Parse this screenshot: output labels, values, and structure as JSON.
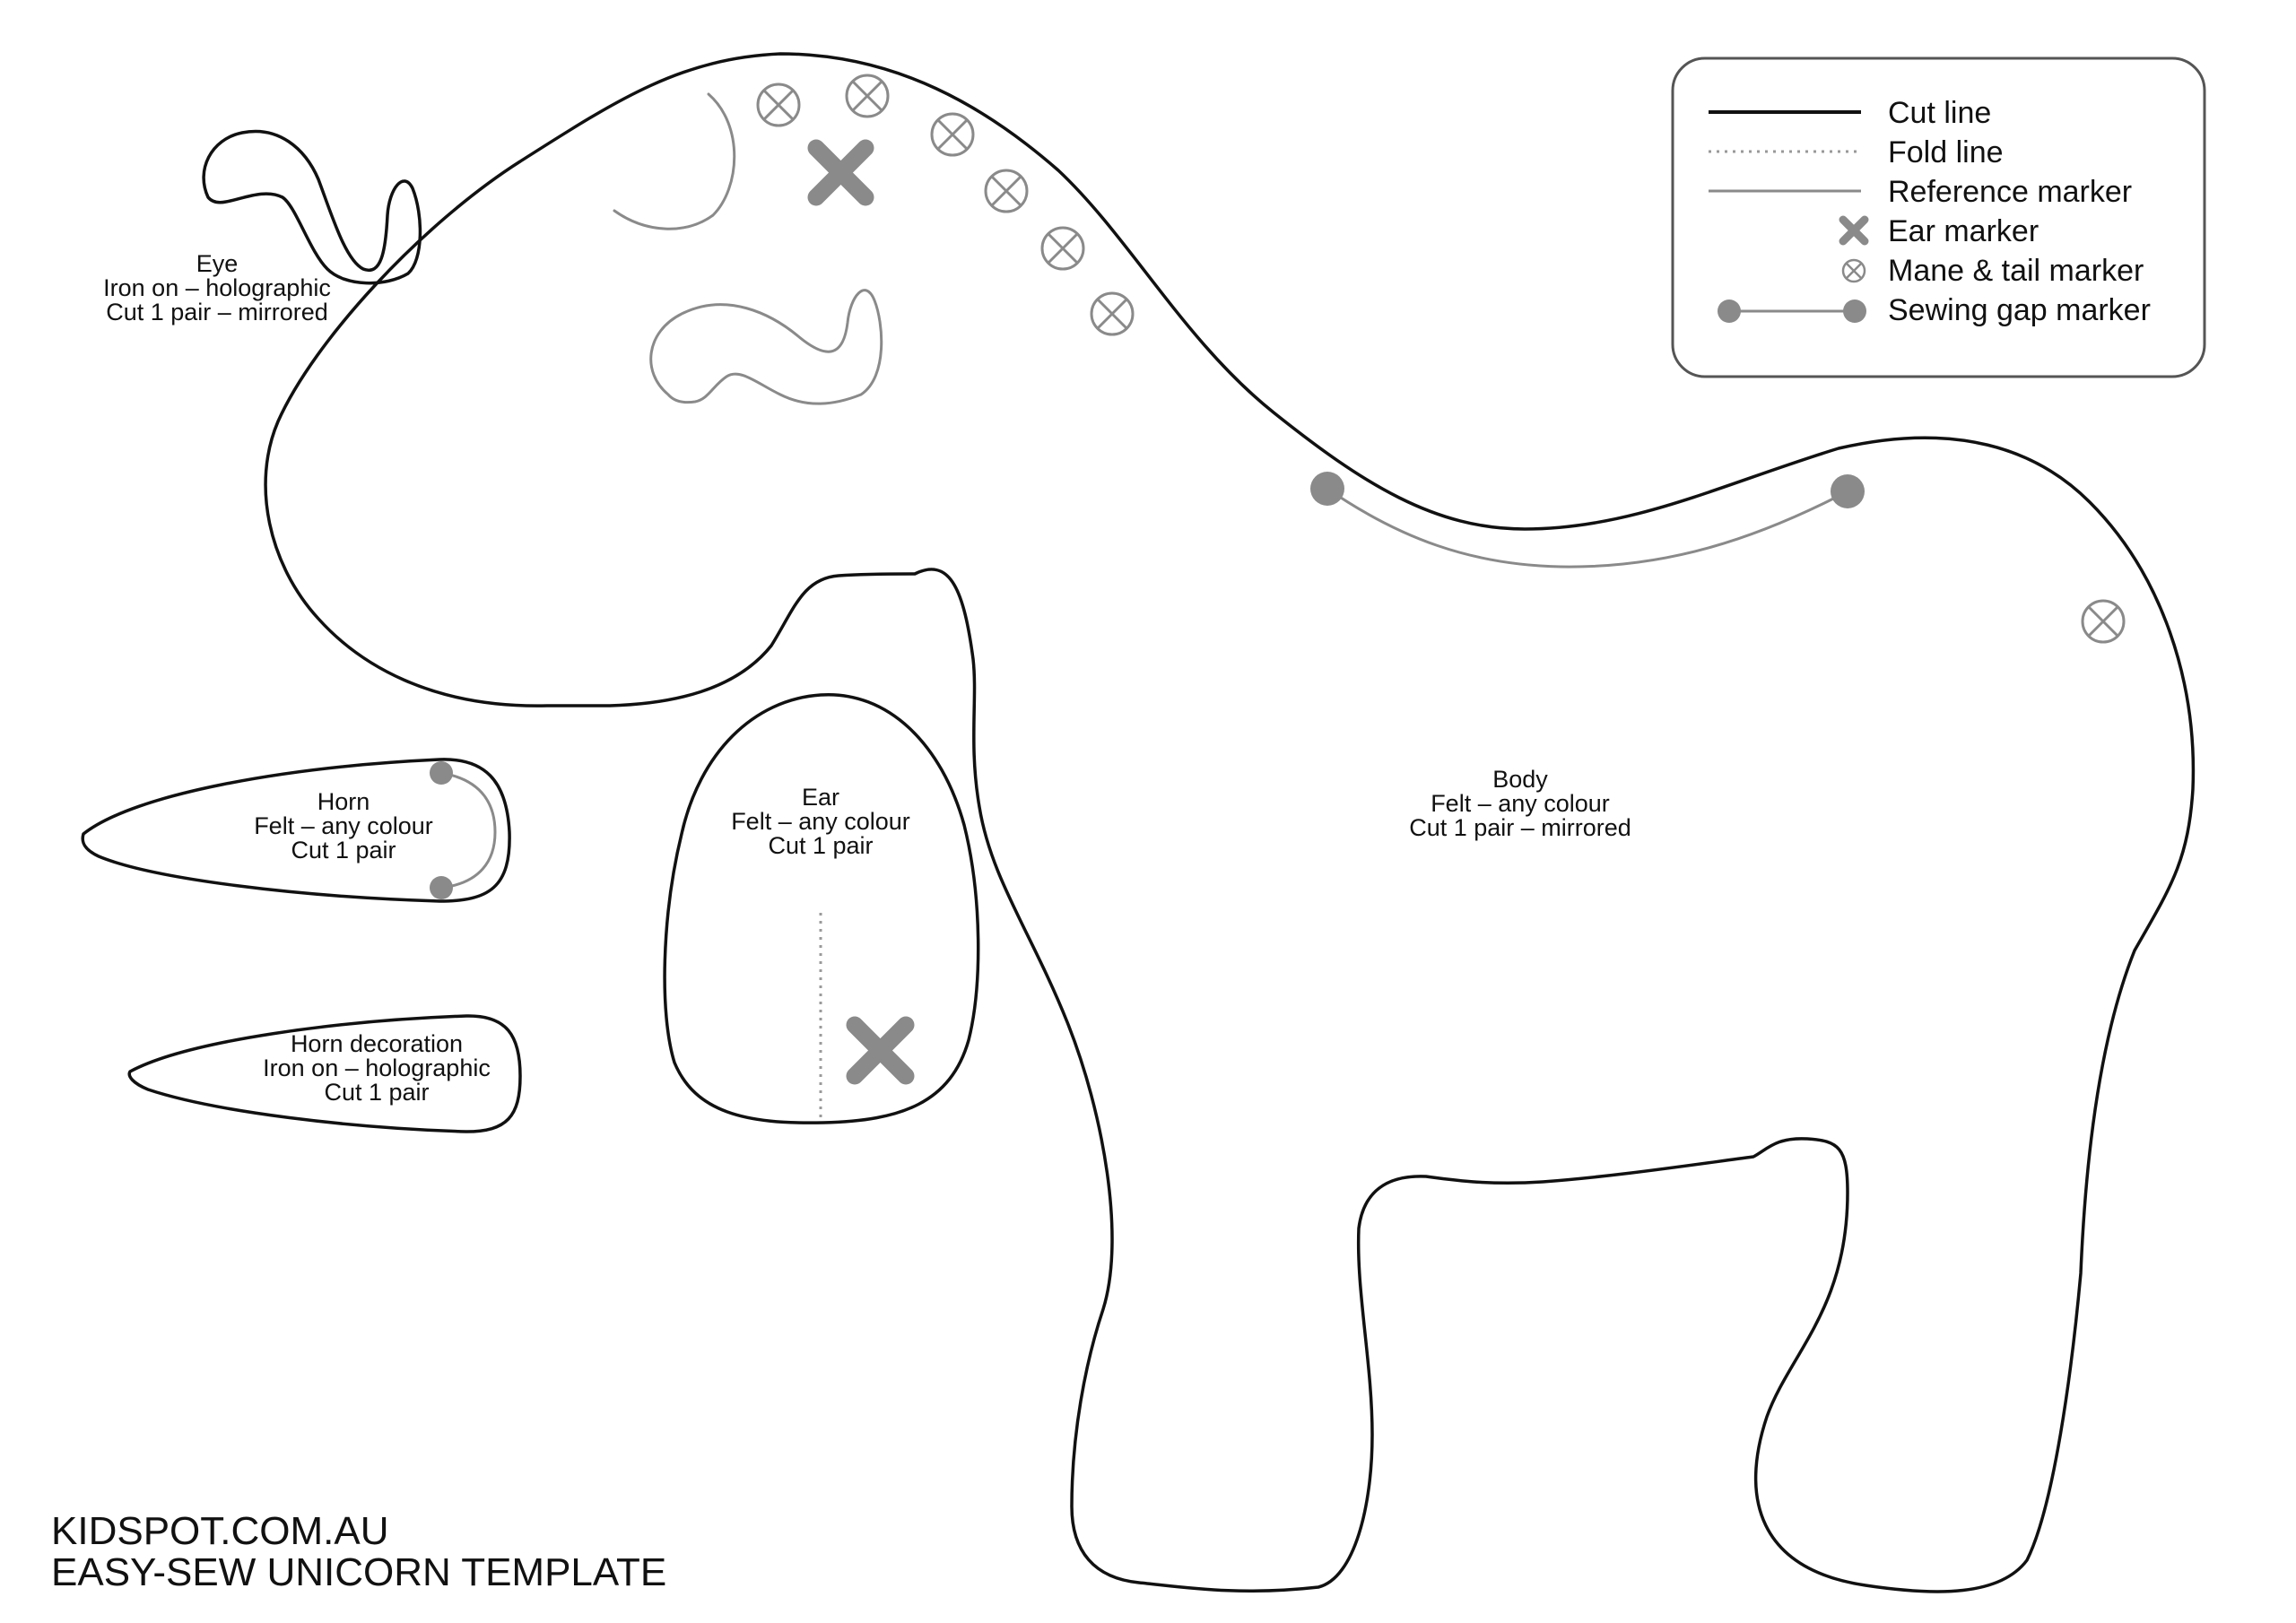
{
  "legend": {
    "items": [
      {
        "label": "Cut line",
        "icon": "solid-line-icon"
      },
      {
        "label": "Fold line",
        "icon": "dotted-line-icon"
      },
      {
        "label": "Reference marker",
        "icon": "grey-line-icon"
      },
      {
        "label": "Ear marker",
        "icon": "bold-x-icon"
      },
      {
        "label": "Mane & tail marker",
        "icon": "circled-x-icon"
      },
      {
        "label": "Sewing gap marker",
        "icon": "dot-line-dot-icon"
      }
    ]
  },
  "pieces": {
    "eye": {
      "name": "Eye",
      "material": "Iron on – holographic",
      "cut": "Cut 1 pair – mirrored"
    },
    "horn": {
      "name": "Horn",
      "material": "Felt – any colour",
      "cut": "Cut 1 pair"
    },
    "horn_decoration": {
      "name": "Horn decoration",
      "material": "Iron on – holographic",
      "cut": "Cut 1 pair"
    },
    "ear": {
      "name": "Ear",
      "material": "Felt – any colour",
      "cut": "Cut 1 pair"
    },
    "body": {
      "name": "Body",
      "material": "Felt – any colour",
      "cut": "Cut 1 pair – mirrored"
    }
  },
  "footer": {
    "site": "KIDSPOT.COM.AU",
    "title": "EASY-SEW UNICORN TEMPLATE"
  },
  "colors": {
    "cut_line": "#111111",
    "marker_grey": "#8a8a8a",
    "background": "#ffffff"
  }
}
